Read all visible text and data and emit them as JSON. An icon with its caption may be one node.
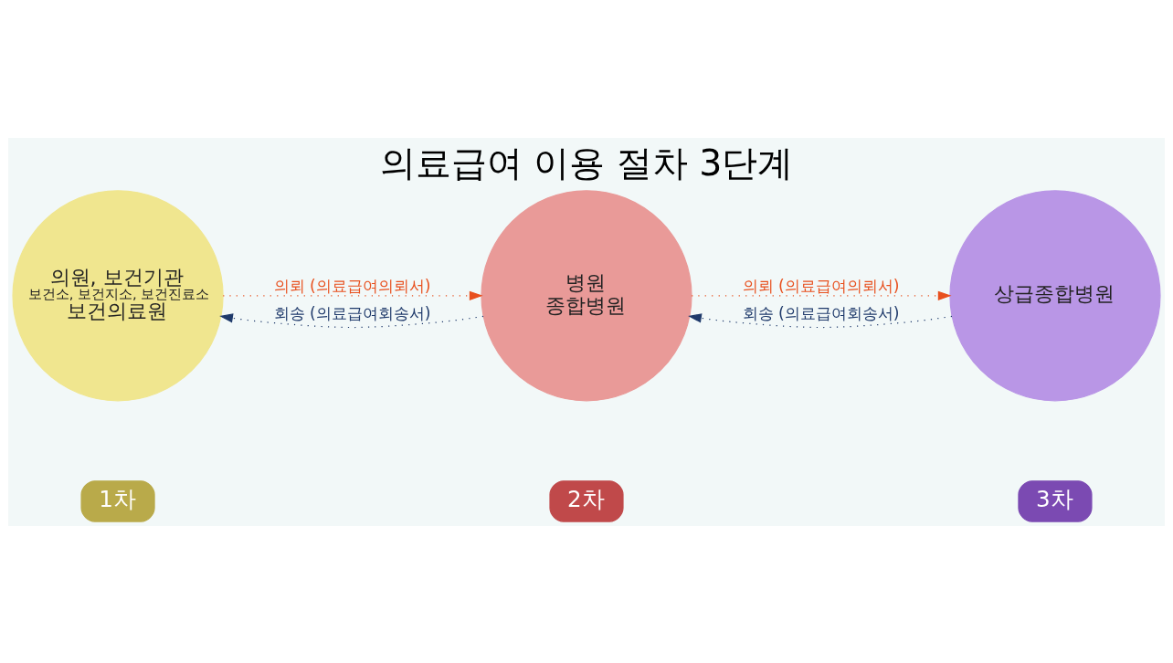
{
  "diagram": {
    "title": "의료급여 이용 절차 3단계",
    "nodes": [
      {
        "text": [
          "의원, 보건기관",
          "보건소, 보건지소, 보건진료소",
          "보건의료원"
        ]
      },
      {
        "text": [
          "병원",
          "종합병원"
        ]
      },
      {
        "text": [
          "상급종합병원"
        ]
      },
      {
        "text": [
          "1차"
        ]
      },
      {
        "text": [
          "2차"
        ]
      },
      {
        "text": [
          "3차"
        ]
      }
    ],
    "edges": [
      {
        "from": 0,
        "to": 1,
        "arrow": "to",
        "label": "의뢰 (의료급여의뢰서)",
        "style": "dashed",
        "color": "#e8501e"
      },
      {
        "from": 1,
        "to": 0,
        "arrow": "to",
        "label": "회송 (의료급여회송서)",
        "style": "dashed",
        "color": "#1f3a6b"
      },
      {
        "from": 1,
        "to": 2,
        "arrow": "to",
        "label": "의뢰 (의료급여의뢰서)",
        "style": "dashed",
        "color": "#e8501e"
      },
      {
        "from": 2,
        "to": 1,
        "arrow": "to",
        "label": "회송 (의료급여회송서)",
        "style": "dashed",
        "color": "#1f3a6b"
      }
    ]
  }
}
